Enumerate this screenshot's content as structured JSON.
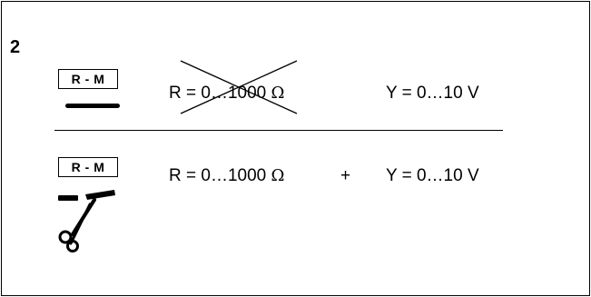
{
  "step_number": "2",
  "option_old": {
    "badge": "R - M",
    "resistance_prefix": "R = ",
    "resistance_range": "0…1000",
    "resistance_unit": "Ω",
    "voltage": "Y = 0…10 V"
  },
  "option_new": {
    "badge": "R - M",
    "resistance_prefix": "R = ",
    "resistance_range": "0…1000",
    "resistance_unit": "Ω",
    "plus": "+",
    "voltage": "Y = 0…10 V"
  },
  "icons": {
    "crossed_out": "x-cross-icon",
    "wire_bridge": "wire-bridge-icon",
    "cut_bridge": "scissors-icon"
  }
}
